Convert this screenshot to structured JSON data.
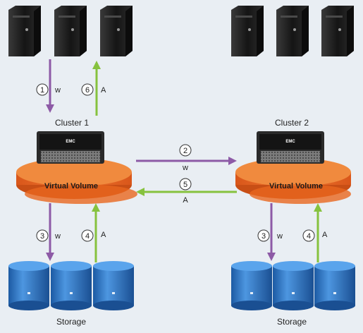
{
  "colors": {
    "write_arrow": "#8d5aa6",
    "ack_arrow": "#86c23e",
    "virtual_volume": "#e8671e",
    "virtual_volume_top": "#f08a3e",
    "storage_disk": "#2f76c4",
    "server": "#1e1e1e",
    "background": "#e9eef3"
  },
  "icons": {
    "server": "server-tower-icon",
    "appliance": "storage-appliance-icon",
    "disk": "disk-cylinder-icon"
  },
  "clusters": [
    {
      "label": "Cluster 1",
      "appliance_brand": "EMC",
      "volume_label": "Virtual Volume",
      "host_io": {
        "write": {
          "step": "1",
          "letter": "w"
        },
        "ack": {
          "step": "6",
          "letter": "A"
        }
      },
      "storage_io": {
        "write": {
          "step": "3",
          "letter": "w"
        },
        "ack": {
          "step": "4",
          "letter": "A"
        }
      },
      "storage_label": "Storage"
    },
    {
      "label": "Cluster 2",
      "appliance_brand": "EMC",
      "volume_label": "Virtual Volume",
      "storage_io": {
        "write": {
          "step": "3",
          "letter": "w"
        },
        "ack": {
          "step": "4",
          "letter": "A"
        }
      },
      "storage_label": "Storage"
    }
  ],
  "inter_cluster": {
    "write": {
      "step": "2",
      "letter": "w"
    },
    "ack": {
      "step": "5",
      "letter": "A"
    }
  }
}
